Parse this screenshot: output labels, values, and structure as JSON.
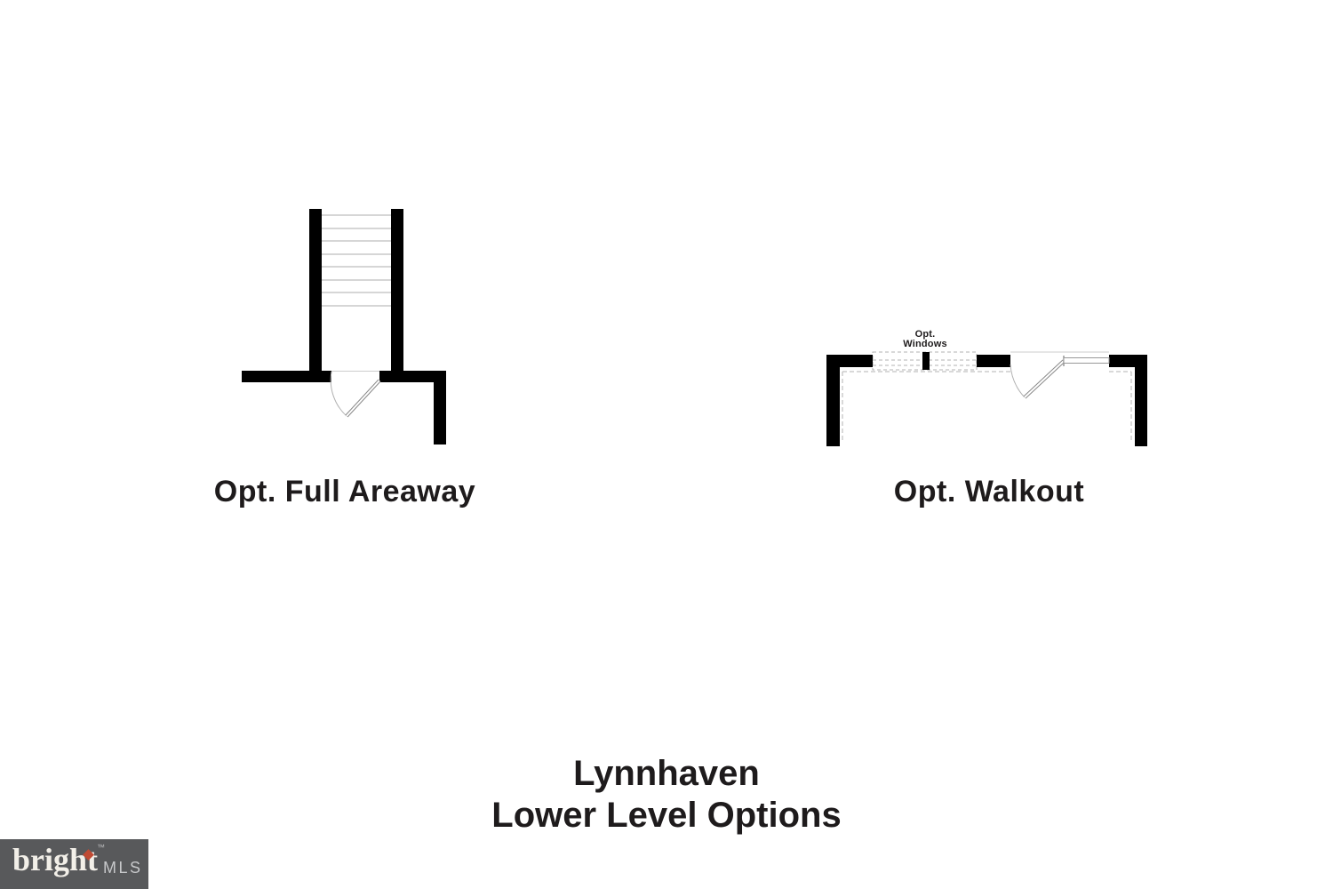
{
  "canvas": {
    "background": "#ffffff"
  },
  "diagrams": {
    "areaway": {
      "label": "Opt. Full Areaway"
    },
    "walkout": {
      "label": "Opt. Walkout",
      "windows_note": {
        "line1": "Opt.",
        "line2": "Windows"
      }
    }
  },
  "footer_title": {
    "line1": "Lynnhaven",
    "line2": "Lower Level Options"
  },
  "logo": {
    "brand": "bright",
    "trademark": "™",
    "suffix": "MLS",
    "colors": {
      "background": "#58595b",
      "brand_text": "#f2efe8",
      "diamond": "#c04a33",
      "suffix_text": "#c7c8ca"
    }
  },
  "colors": {
    "wall": "#000000",
    "label_text": "#1e1b1c",
    "tread_line": "#bdbdbd",
    "dashed_line": "#b3b3b3",
    "door_line": "#8a8a8a"
  }
}
